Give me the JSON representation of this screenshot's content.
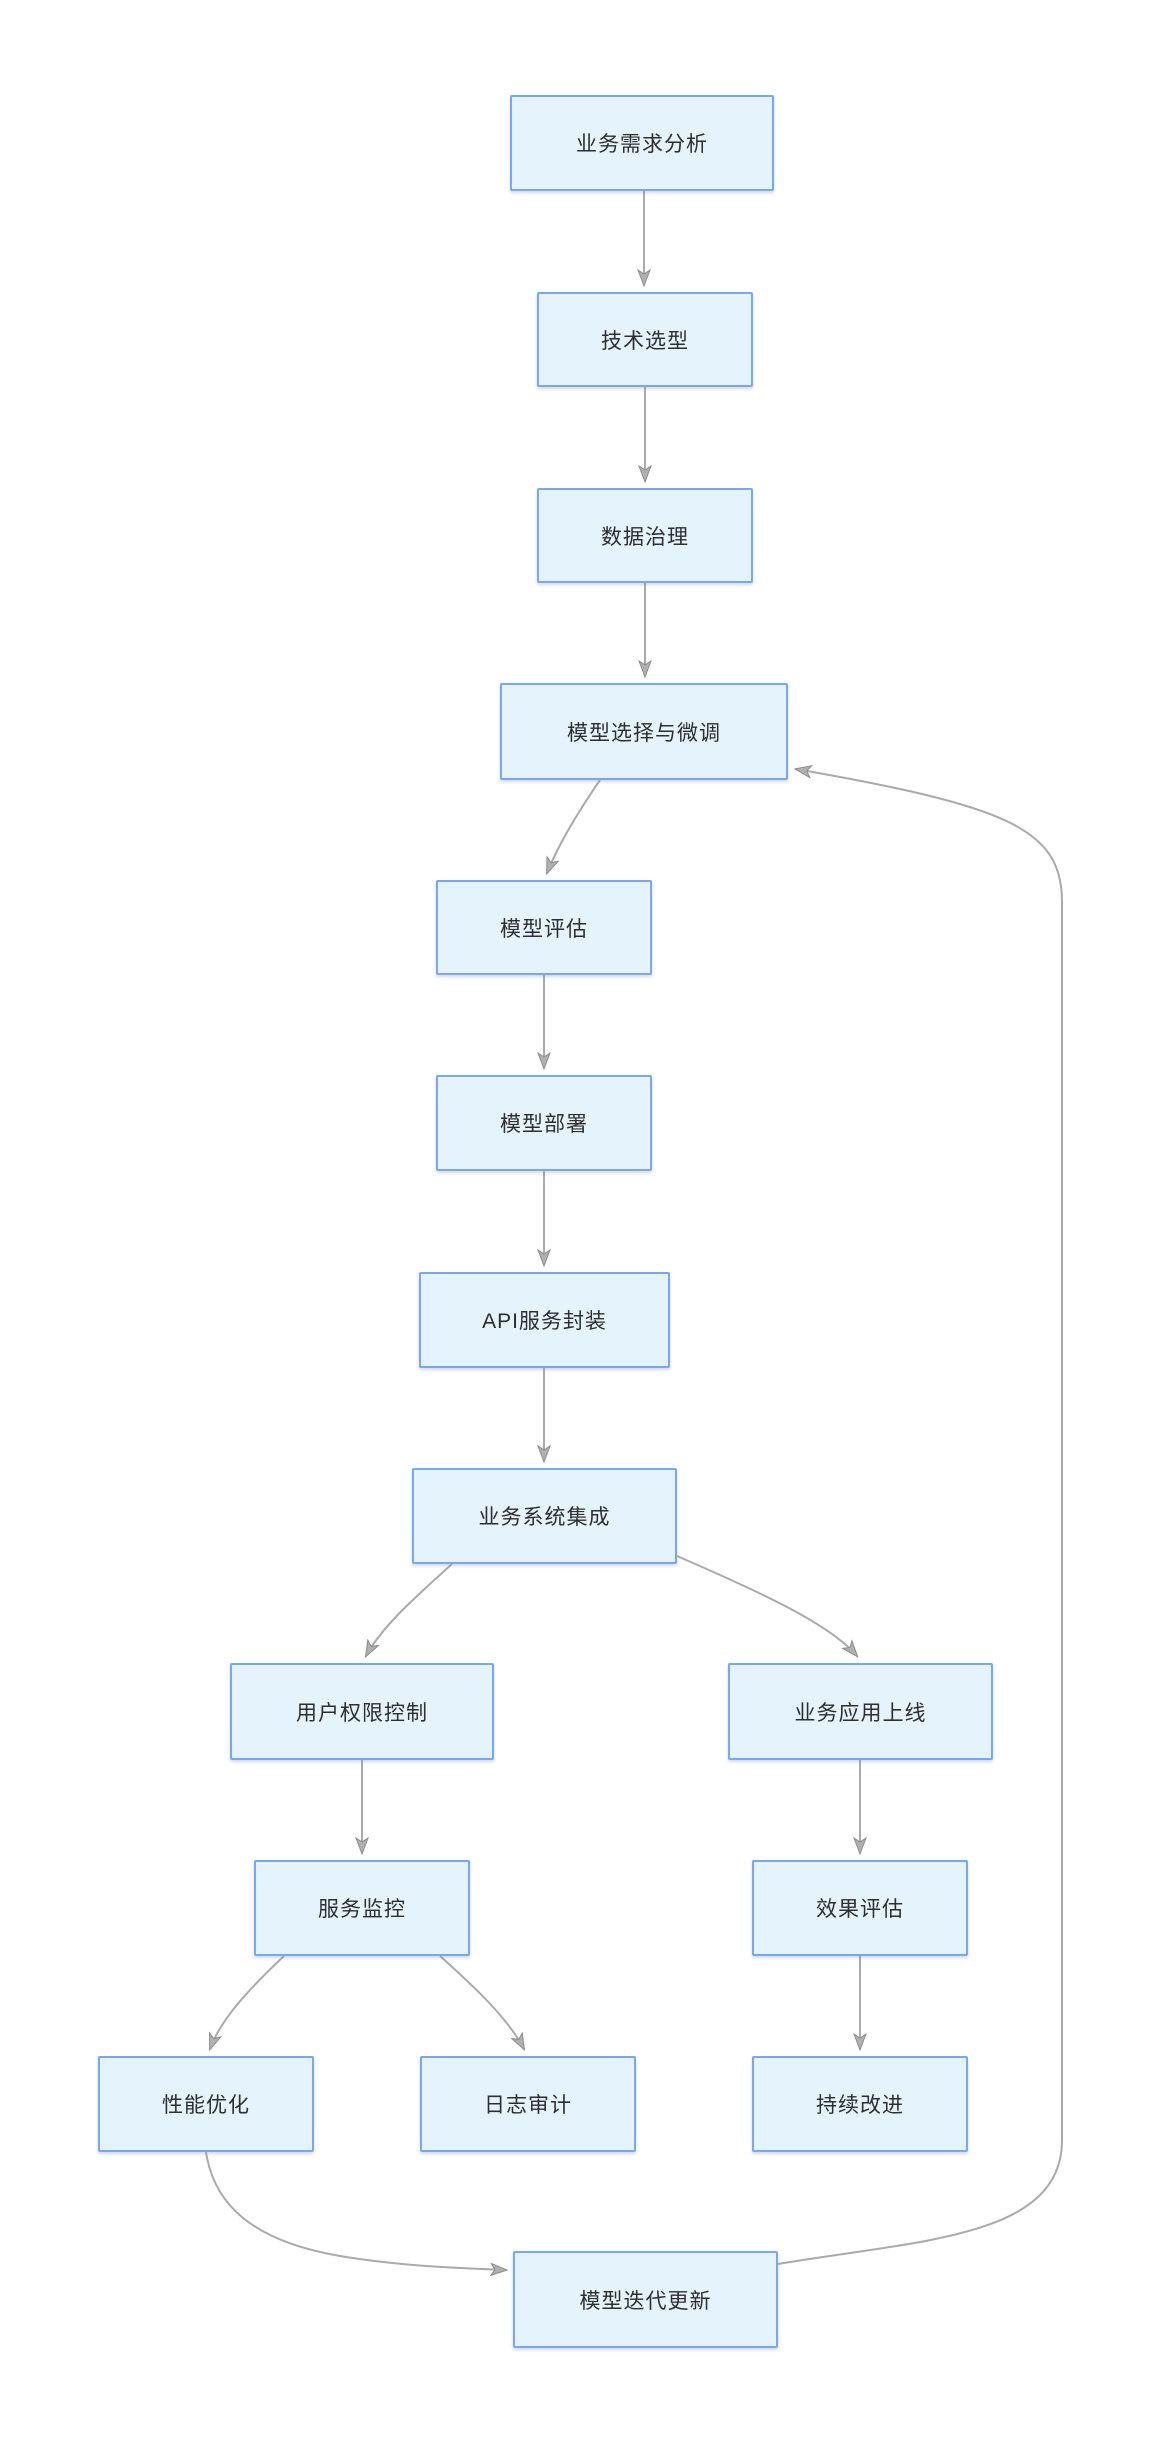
{
  "diagram": {
    "type": "flowchart",
    "direction": "top-down",
    "background": "#FFFFFF",
    "colors": {
      "node_fill": "#E5F3FD",
      "node_border": "#78A7F7",
      "edge_line": "#AAAAAA",
      "arrowhead_fill": "#B0B0B0",
      "arrowhead_stroke": "#8C8C8C",
      "text": "#2E2E2E"
    },
    "nodes": [
      {
        "id": "biz-req-analysis",
        "label": "业务需求分析"
      },
      {
        "id": "tech-selection",
        "label": "技术选型"
      },
      {
        "id": "data-governance",
        "label": "数据治理"
      },
      {
        "id": "model-select-tune",
        "label": "模型选择与微调"
      },
      {
        "id": "model-evaluation",
        "label": "模型评估"
      },
      {
        "id": "model-deployment",
        "label": "模型部署"
      },
      {
        "id": "api-service-wrap",
        "label": "API服务封装"
      },
      {
        "id": "biz-sys-integration",
        "label": "业务系统集成"
      },
      {
        "id": "user-permission",
        "label": "用户权限控制"
      },
      {
        "id": "biz-app-launch",
        "label": "业务应用上线"
      },
      {
        "id": "service-monitor",
        "label": "服务监控"
      },
      {
        "id": "effect-evaluation",
        "label": "效果评估"
      },
      {
        "id": "perf-optimization",
        "label": "性能优化"
      },
      {
        "id": "log-audit",
        "label": "日志审计"
      },
      {
        "id": "continuous-improve",
        "label": "持续改进"
      },
      {
        "id": "model-iteration",
        "label": "模型迭代更新"
      }
    ],
    "edges": [
      {
        "from": "biz-req-analysis",
        "to": "tech-selection"
      },
      {
        "from": "tech-selection",
        "to": "data-governance"
      },
      {
        "from": "data-governance",
        "to": "model-select-tune"
      },
      {
        "from": "model-select-tune",
        "to": "model-evaluation"
      },
      {
        "from": "model-evaluation",
        "to": "model-deployment"
      },
      {
        "from": "model-deployment",
        "to": "api-service-wrap"
      },
      {
        "from": "api-service-wrap",
        "to": "biz-sys-integration"
      },
      {
        "from": "biz-sys-integration",
        "to": "user-permission"
      },
      {
        "from": "biz-sys-integration",
        "to": "biz-app-launch"
      },
      {
        "from": "user-permission",
        "to": "service-monitor"
      },
      {
        "from": "biz-app-launch",
        "to": "effect-evaluation"
      },
      {
        "from": "service-monitor",
        "to": "perf-optimization"
      },
      {
        "from": "service-monitor",
        "to": "log-audit"
      },
      {
        "from": "effect-evaluation",
        "to": "continuous-improve"
      },
      {
        "from": "perf-optimization",
        "to": "model-iteration"
      },
      {
        "from": "model-iteration",
        "to": "model-select-tune"
      }
    ]
  }
}
